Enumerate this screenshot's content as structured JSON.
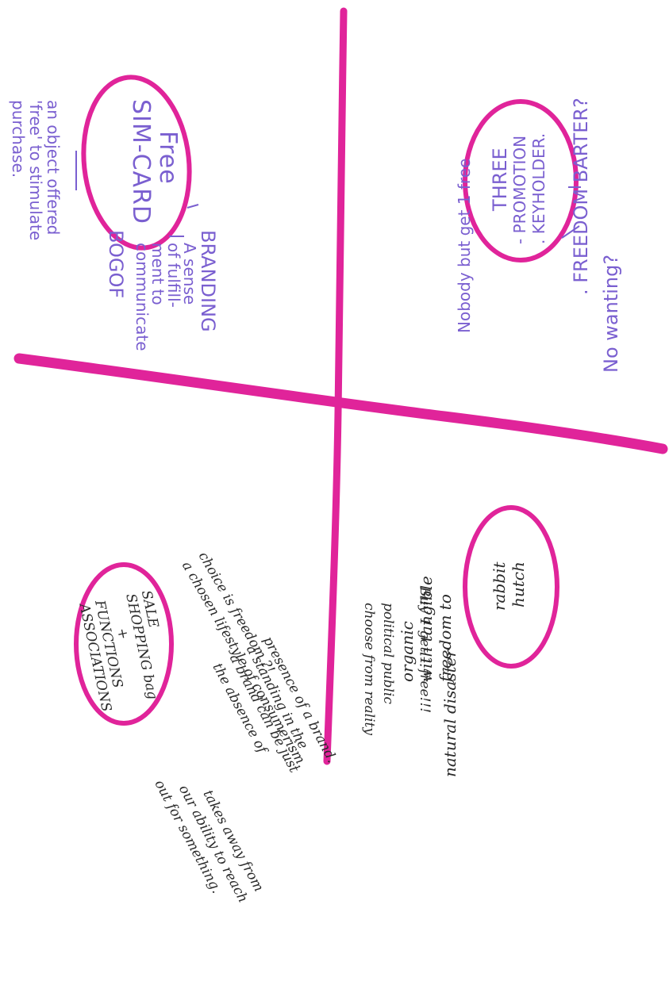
{
  "colors": {
    "marker": "#e0249a",
    "purple_pen": "#7a5fd0",
    "black_pen": "#2a2a2a",
    "paper": "#ffffff"
  },
  "top_left": {
    "circle_line1": "Free",
    "circle_line2": "SIM-CARD",
    "branding": "BRANDING",
    "sense_lines": [
      "A sense",
      "of fulfill-",
      "ment to",
      "communicate"
    ],
    "bogof": "BOGOF",
    "object_lines": [
      "an object offered",
      "'free' to stimulate",
      "purchase."
    ]
  },
  "top_right": {
    "circle_lines": [
      "THREE",
      "- PROMOTION",
      ". KEYHOLDER."
    ],
    "nobody": "Nobody but get 1 free",
    "freedom": ". FREEDOM      BARTER?",
    "no_wanting": "No wanting?"
  },
  "bottom_right": {
    "circle_lines": [
      "rabbit",
      "hutch"
    ],
    "notes": [
      "natural disaster",
      "organic",
      "with tangible",
      "freedom to",
      "choose from reality",
      "political public",
      "Buy 1 get 1 free!!!"
    ]
  },
  "bottom_left": {
    "circle_lines": [
      "SALE",
      "SHOPPING bag",
      "+",
      "FUNCTIONS",
      "ASSOCIATIONS"
    ],
    "choice_lines": [
      "choice is freedom ?!",
      "a chosen lifestyle of consumerism."
    ],
    "absence_lines": [
      "the absence of",
      "a brand can be just",
      "a standing in the",
      "presence of a brand."
    ],
    "takes_lines": [
      "takes away from",
      "our ability to reach",
      "out for something."
    ]
  }
}
